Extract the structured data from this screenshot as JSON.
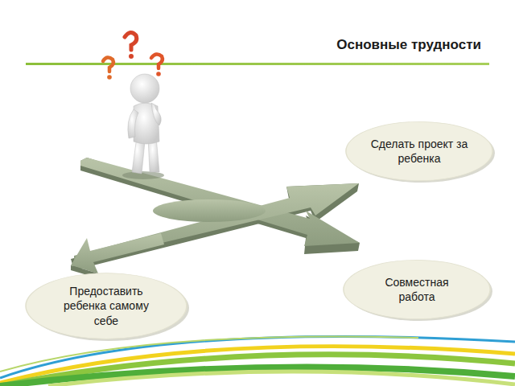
{
  "diagram": {
    "title": "Основные трудности",
    "nodes": [
      {
        "text": [
          "Сделать проект за ребенка"
        ]
      },
      {
        "text": [
          "Совместная работа"
        ]
      },
      {
        "text": [
          "Предоставить ребенка самому себе"
        ]
      }
    ]
  }
}
